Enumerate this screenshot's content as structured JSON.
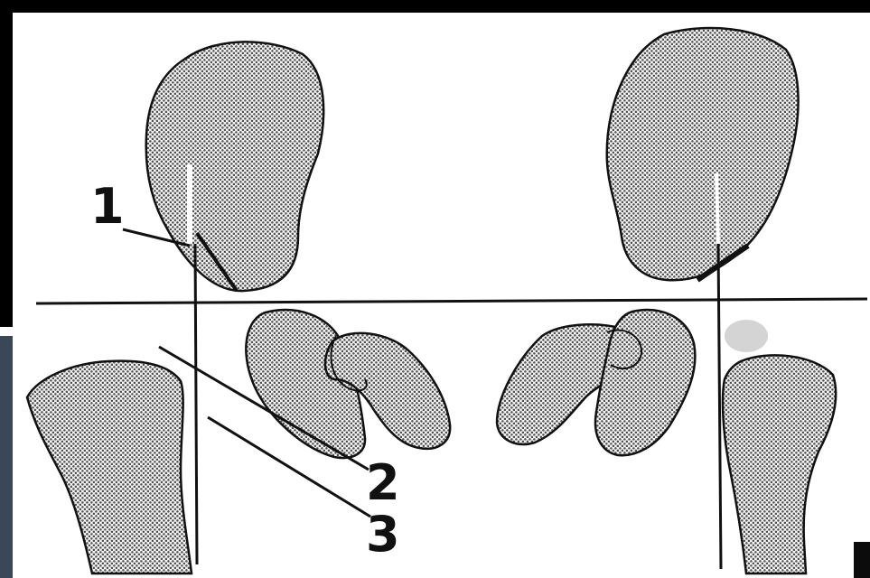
{
  "labels": {
    "one": "1",
    "two": "2",
    "three": "3"
  },
  "colors": {
    "ink": "#111111",
    "frame_dark": "#000000",
    "side_panel": "#3a4756",
    "stipple": "#6a6a6a",
    "gray_blob": "#c9c9c9"
  }
}
